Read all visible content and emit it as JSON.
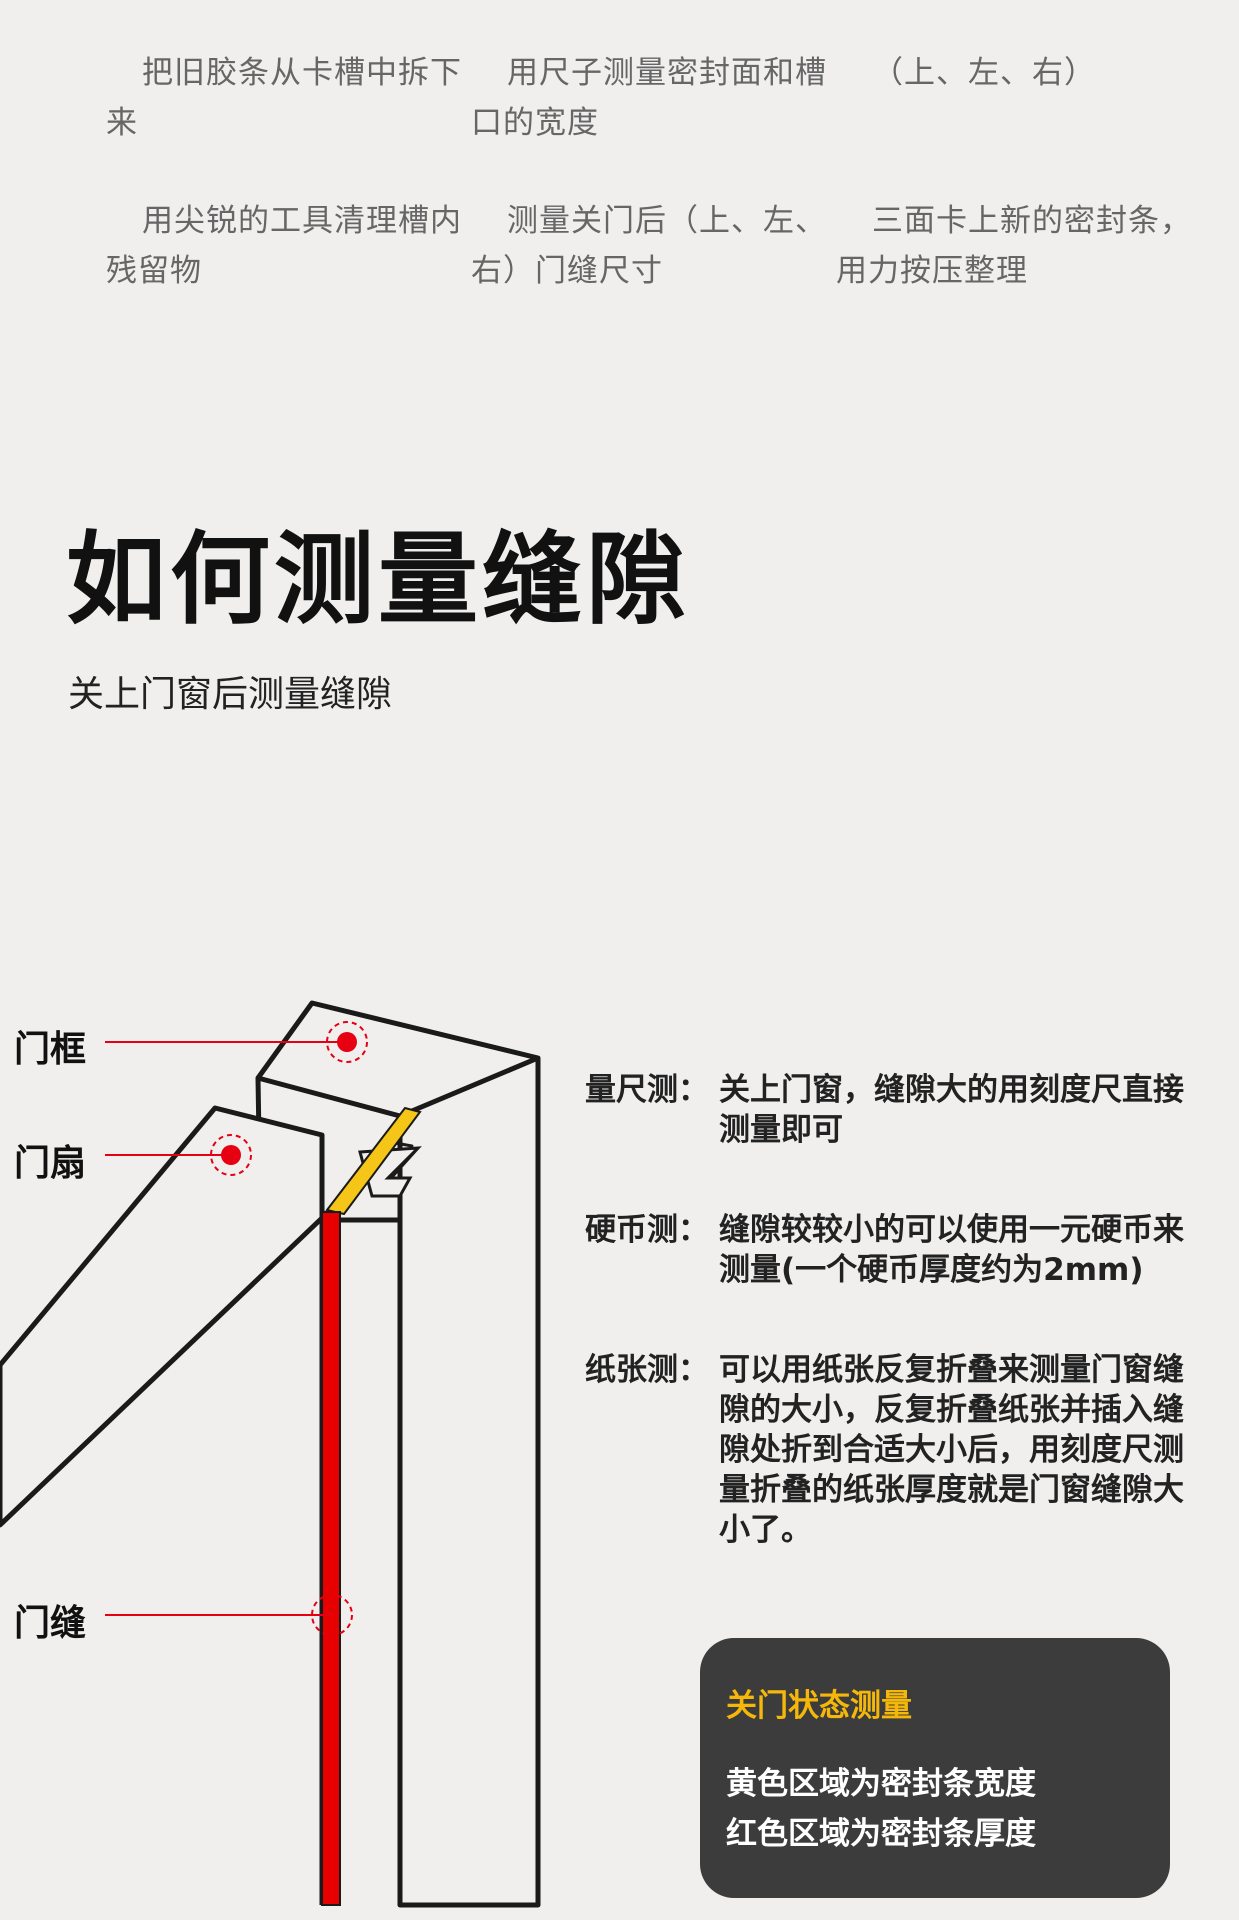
{
  "steps": [
    "把旧胶条从卡槽中拆下来",
    "用尺子测量密封面和槽口的宽度",
    "（上、左、右）",
    "用尖锐的工具清理槽内残留物",
    "测量关门后（上、左、右）门缝尺寸",
    "三面卡上新的密封条，用力按压整理"
  ],
  "title": "如何测量缝隙",
  "subtitle": "关上门窗后测量缝隙",
  "diagram": {
    "labels": {
      "frame": "门框",
      "leaf": "门扇",
      "gap": "门缝"
    },
    "colors": {
      "seal_width": "#f5c518",
      "seal_thickness": "#e60000",
      "marker": "#e60012"
    }
  },
  "methods": [
    {
      "name": "量尺测：",
      "desc": "关上门窗，缝隙大的用刻度尺直接测量即可"
    },
    {
      "name": "硬币测：",
      "desc": "缝隙较较小的可以使用一元硬币来测量(一个硬币厚度约为2mm)"
    },
    {
      "name": "纸张测：",
      "desc": "可以用纸张反复折叠来测量门窗缝隙的大小，反复折叠纸张并插入缝隙处折到合适大小后，用刻度尺测量折叠的纸张厚度就是门窗缝隙大小了。"
    }
  ],
  "note": {
    "title": "关门状态测量",
    "lines": [
      "黄色区域为密封条宽度",
      "红色区域为密封条厚度"
    ],
    "colors": {
      "background": "#3c3c3c",
      "title": "#f5b80a"
    }
  }
}
